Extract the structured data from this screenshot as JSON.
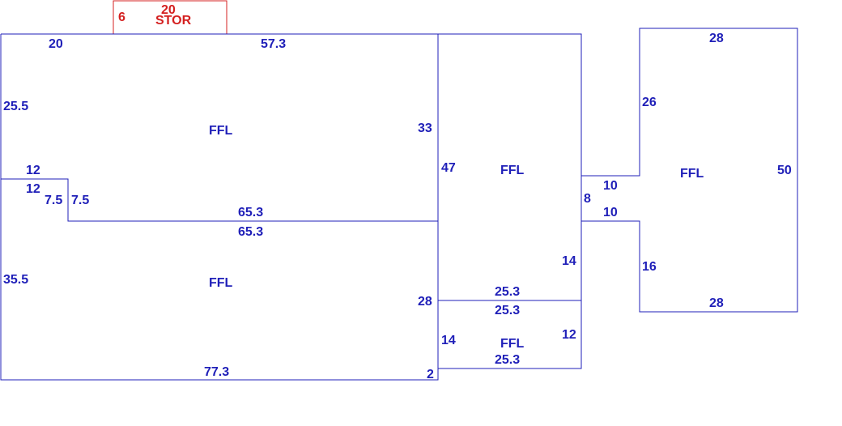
{
  "colors": {
    "main": "#1f1fb8",
    "storage": "#d42020",
    "background": "#ffffff"
  },
  "storage": {
    "label": "STOR",
    "width_label": "20",
    "depth_label": "6"
  },
  "area_upper_left": {
    "label": "FFL",
    "dims": [
      "20",
      "57.3",
      "25.5",
      "33",
      "12",
      "12",
      "7.5",
      "7.5",
      "65.3"
    ]
  },
  "area_lower_left": {
    "label": "FFL",
    "dims": [
      "65.3",
      "35.5",
      "28",
      "77.3",
      "2"
    ]
  },
  "area_middle": {
    "label": "FFL",
    "dims": [
      "47",
      "14",
      "25.3"
    ]
  },
  "area_bottom_middle": {
    "label": "FFL",
    "dims": [
      "25.3",
      "14",
      "12",
      "25.3"
    ]
  },
  "connector": {
    "dims": [
      "10",
      "8",
      "10"
    ]
  },
  "area_right": {
    "label": "FFL",
    "dims": [
      "28",
      "26",
      "50",
      "16",
      "28"
    ]
  }
}
